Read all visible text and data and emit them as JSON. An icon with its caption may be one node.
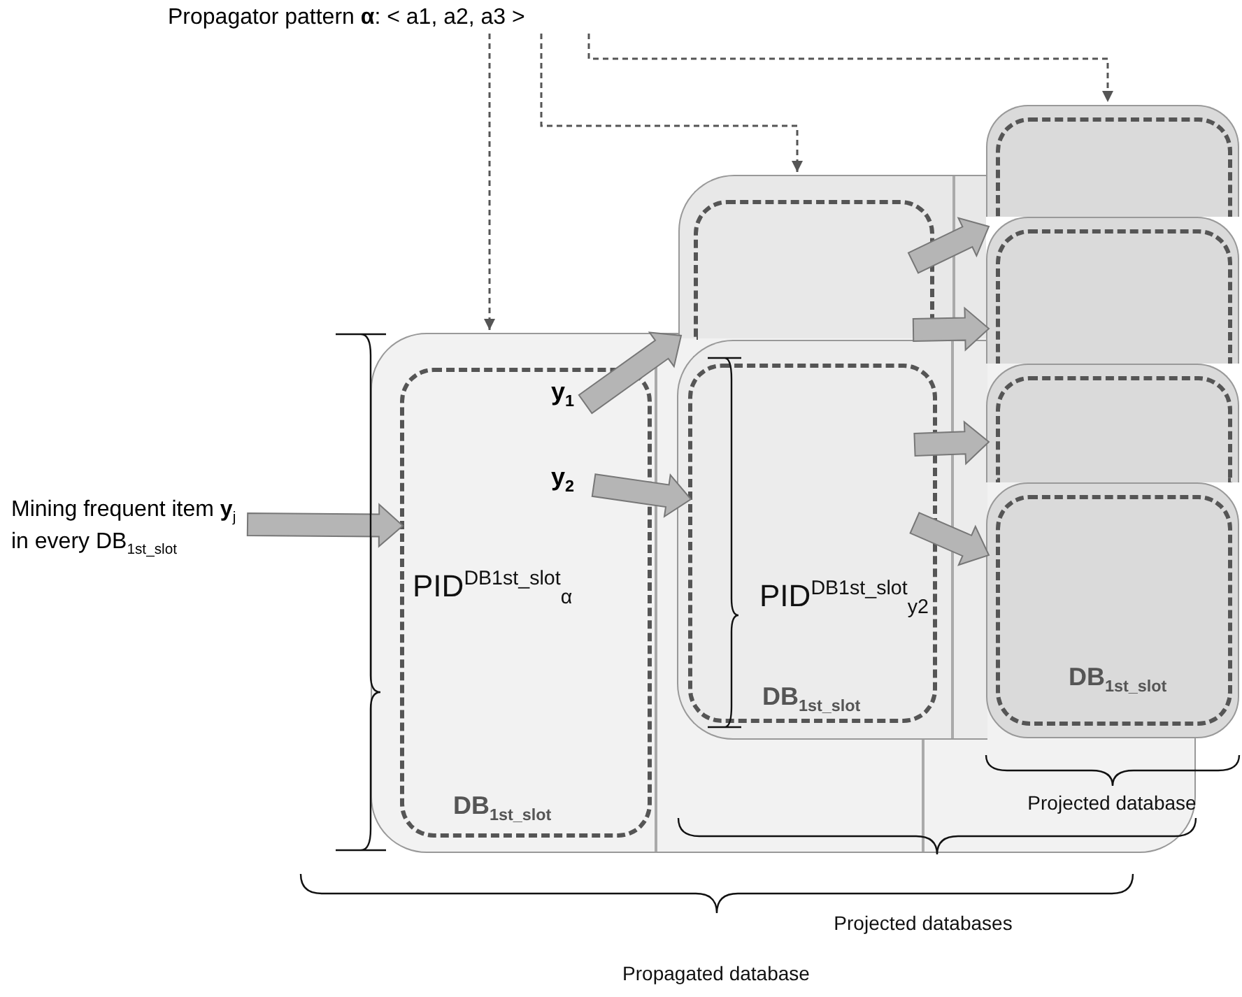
{
  "diagram": {
    "nodes": [
      {
        "text": [
          "Propagator pattern **α**: < a1, a2, a3 >"
        ]
      },
      {
        "text": [
          "Mining frequent item **y**$_{j}$ in every DB$_{1st_slot}$"
        ]
      },
      {
        "text": [],
        "shape": "box"
      },
      {
        "text": [
          "PID$^{DB1st_slot}$$_{α}$",
          "DB$_{1st_slot}$"
        ],
        "in": 2
      },
      {
        "text": [
          "y$_{1}$"
        ],
        "in": 3
      },
      {
        "text": [
          "y$_{2}$"
        ],
        "in": 3
      },
      {
        "text": [],
        "shape": "box"
      },
      {
        "text": [],
        "shape": "box",
        "in": 6
      },
      {
        "text": [],
        "shape": "box",
        "in": 2
      },
      {
        "text": [
          "PID$^{DB1st_slot}$$_{y2}$",
          "DB$_{1st_slot}$"
        ],
        "in": 8
      },
      {
        "text": [],
        "shape": "box"
      },
      {
        "text": [],
        "shape": "box"
      },
      {
        "text": [],
        "shape": "box"
      },
      {
        "text": [
          "DB$_{1st_slot}$"
        ]
      }
    ],
    "edges": [
      {
        "from": 0,
        "to": 2,
        "arrow": "to",
        "style": "dashed"
      },
      {
        "from": 0,
        "to": 6,
        "arrow": "to",
        "style": "dashed"
      },
      {
        "from": 0,
        "to": 10,
        "arrow": "to",
        "style": "dashed"
      },
      {
        "from": 1,
        "to": 3,
        "arrow": "to"
      },
      {
        "from": 4,
        "to": 6,
        "arrow": "to"
      },
      {
        "from": 5,
        "to": 9,
        "arrow": "to"
      },
      {
        "from": 7,
        "to": 10,
        "arrow": "to"
      },
      {
        "from": 7,
        "to": 11,
        "arrow": "to"
      },
      {
        "from": 9,
        "to": 12,
        "arrow": "to"
      },
      {
        "from": 9,
        "to": 13,
        "arrow": "to"
      }
    ],
    "labels": [
      "Projected database",
      "Projected databases",
      "Propagated database"
    ]
  }
}
